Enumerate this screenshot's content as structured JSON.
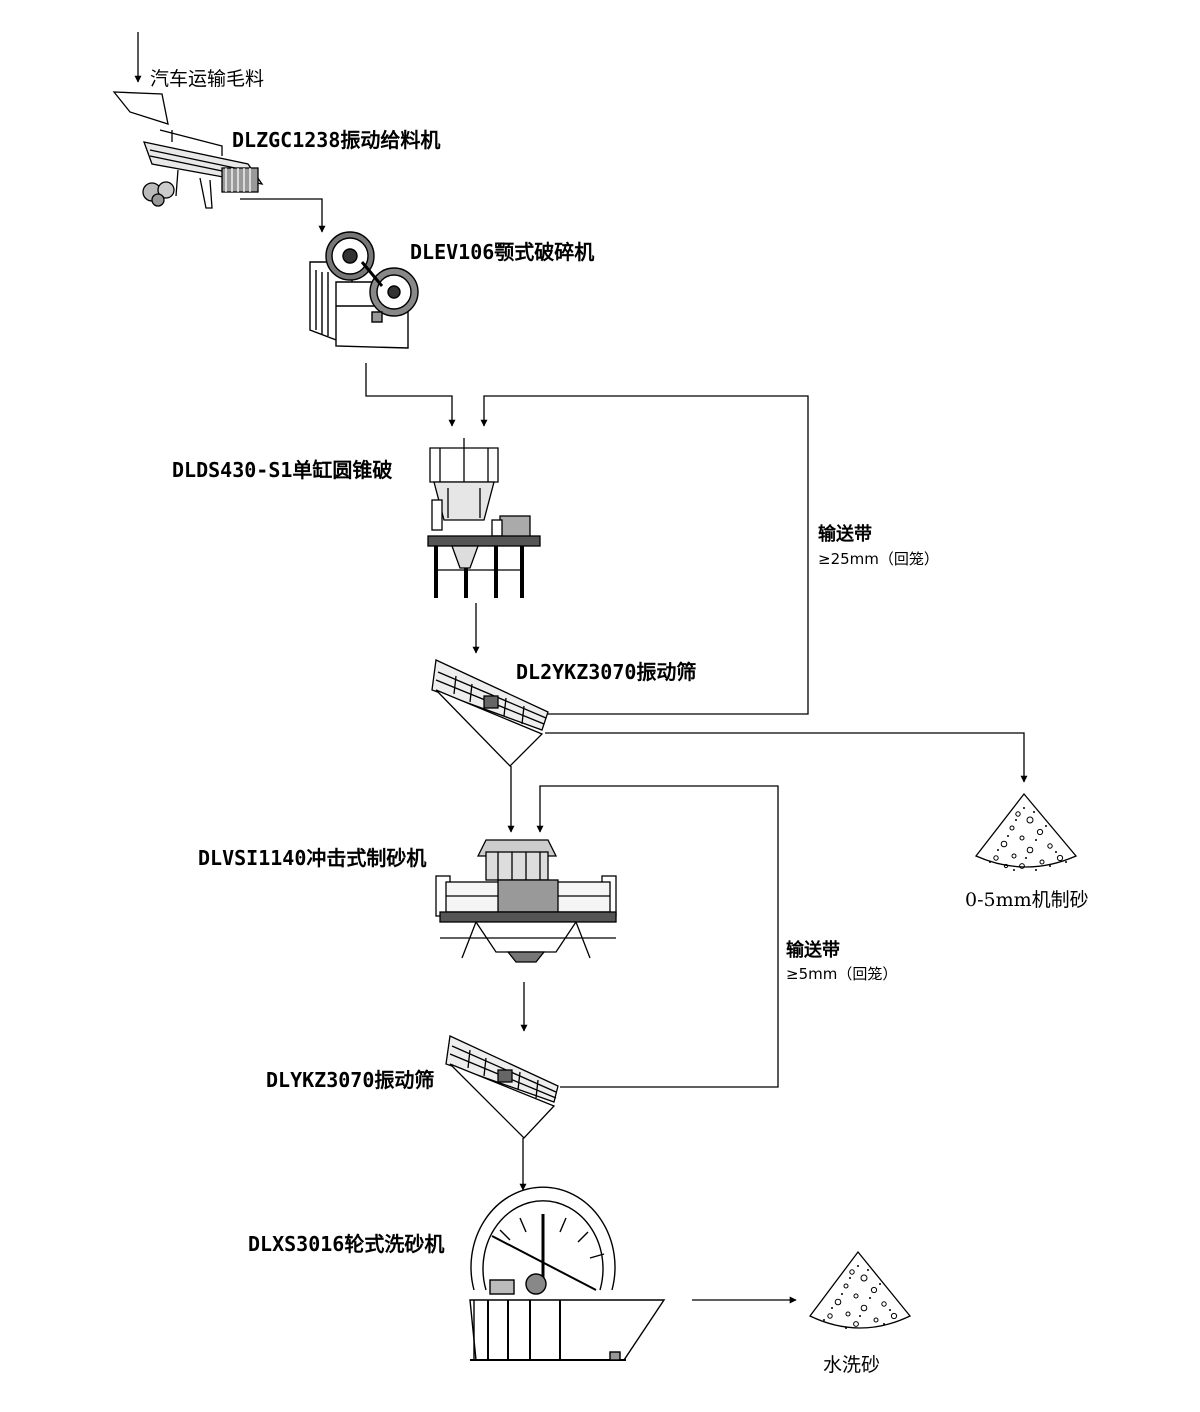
{
  "labels": {
    "input": "汽车运输毛料",
    "feeder": "DLZGC1238振动给料机",
    "jaw": "DLEV106颚式破碎机",
    "cone": "DLDS430-S1单缸圆锥破",
    "screen1": "DL2YKZ3070振动筛",
    "vsi": "DLVSI1140冲击式制砂机",
    "screen2": "DLYKZ3070振动筛",
    "washer": "DLXS3016轮式洗砂机"
  },
  "loops": {
    "loop1_title": "输送带",
    "loop1_sub": "≥25mm（回笼）",
    "loop2_title": "输送带",
    "loop2_sub": "≥5mm（回笼）"
  },
  "outputs": {
    "sand1": "0-5mm机制砂",
    "sand2": "水洗砂"
  }
}
